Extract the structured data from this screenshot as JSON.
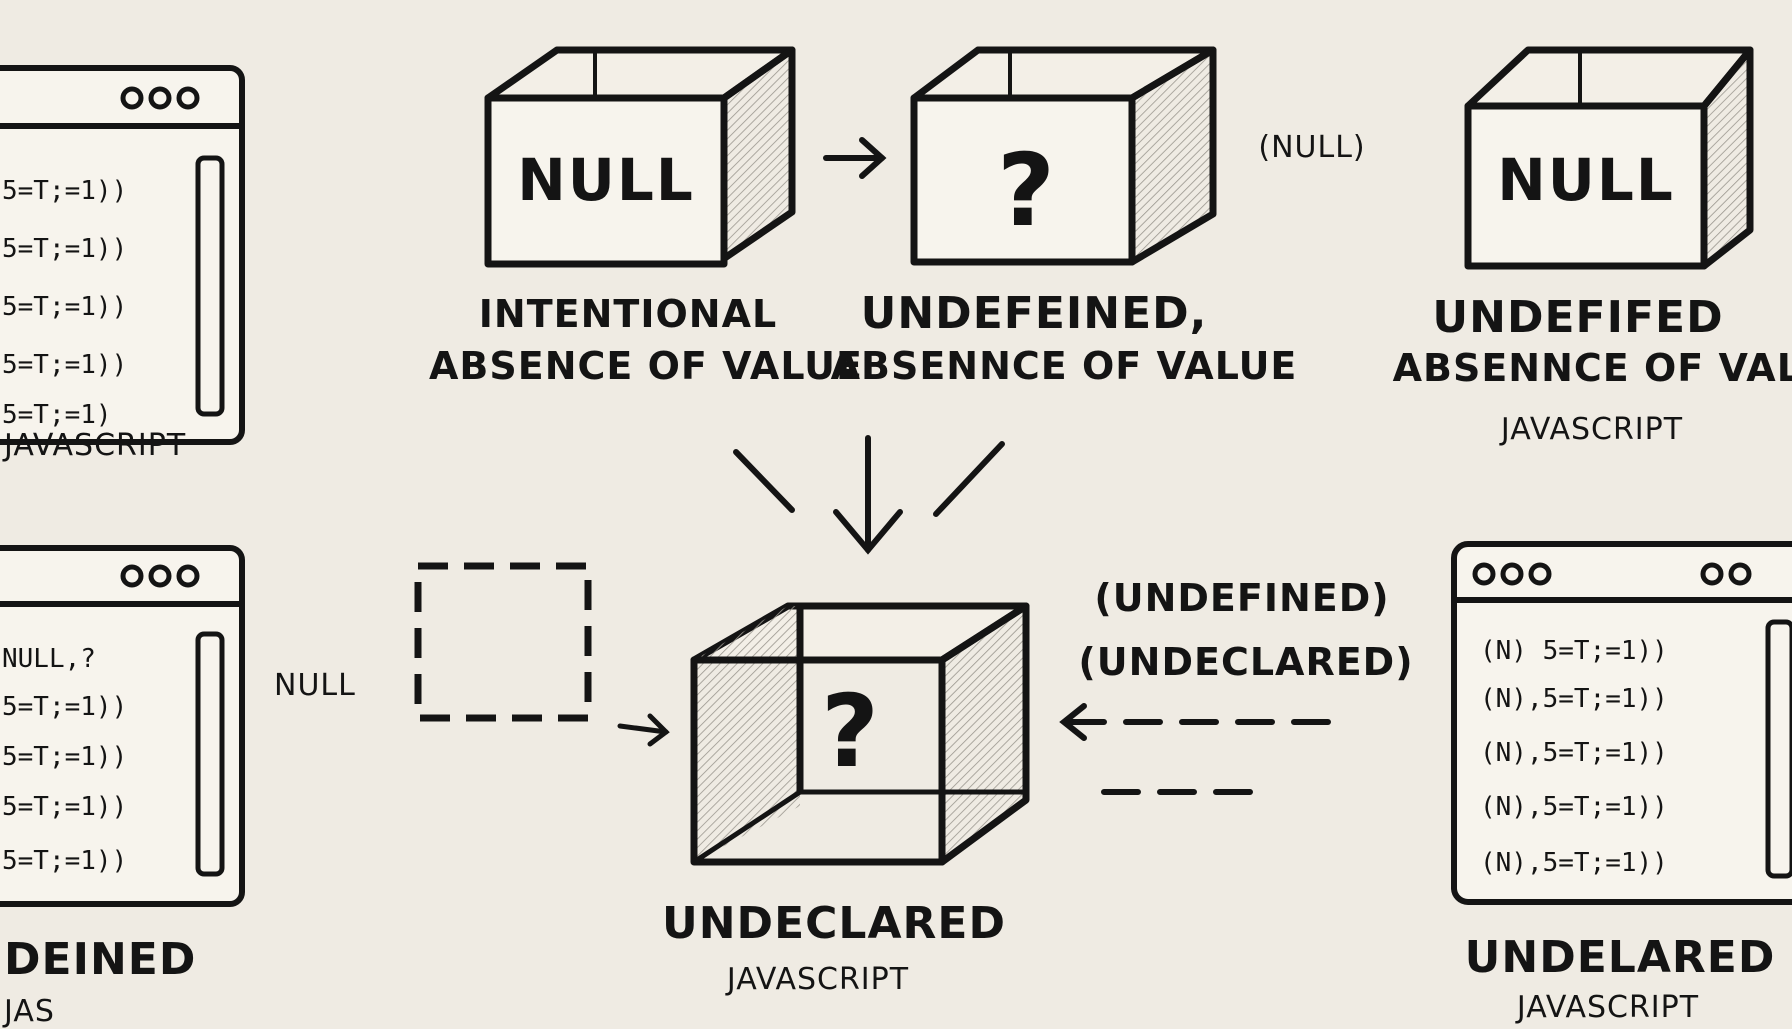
{
  "boxes": {
    "null_box_left": {
      "label": "NULL"
    },
    "unknown_box_middle": {
      "label": "?"
    },
    "null_box_right": {
      "label": "NULL"
    },
    "undeclared_box": {
      "label": "?"
    }
  },
  "labels": {
    "intentional_line1": "INTENTIONAL",
    "intentional_line2": "ABSENCE OF VALUE",
    "undefined_line1": "UNDEFEINED,",
    "undefined_line2": "ABSENNCE OF VALUE",
    "null_paren": "(NULL)",
    "undefifed_line1": "UNDEFIFED",
    "undefifed_line2": "ABSENNCE OF VALUE",
    "javascript_top_right": "JAVASCRIPT",
    "null_side": "NULL",
    "undefined_paren": "(UNDEFINED)",
    "undeclared_paren": "(UNDECLARED)",
    "undeclared_main": "UNDECLARED",
    "javascript_bottom_center": "JAVASCRIPT",
    "undelared_bottom_right": "UNDELARED",
    "javascript_bottom_right": "JAVASCRIPT",
    "defined_bottom_left": "DEINED",
    "javascript_top_left": "JAVASCRIPT",
    "jas_bottom_left": "JAS"
  },
  "windows": {
    "top_left": {
      "lines": [
        "5=T;=1))",
        "5=T;=1))",
        "5=T;=1))",
        "5=T;=1))",
        "5=T;=1)"
      ]
    },
    "bottom_left": {
      "lines": [
        "NULL,?",
        "5=T;=1))",
        "5=T;=1))",
        "5=T;=1))",
        "5=T;=1))"
      ]
    },
    "bottom_right": {
      "lines": [
        "(N) 5=T;=1))",
        "(N),5=T;=1))",
        "(N),5=T;=1))",
        "(N),5=T;=1))",
        "(N),5=T;=1))"
      ]
    }
  },
  "colors": {
    "background": "#efebe3",
    "ink": "#141414",
    "hatch": "#9a968e"
  }
}
